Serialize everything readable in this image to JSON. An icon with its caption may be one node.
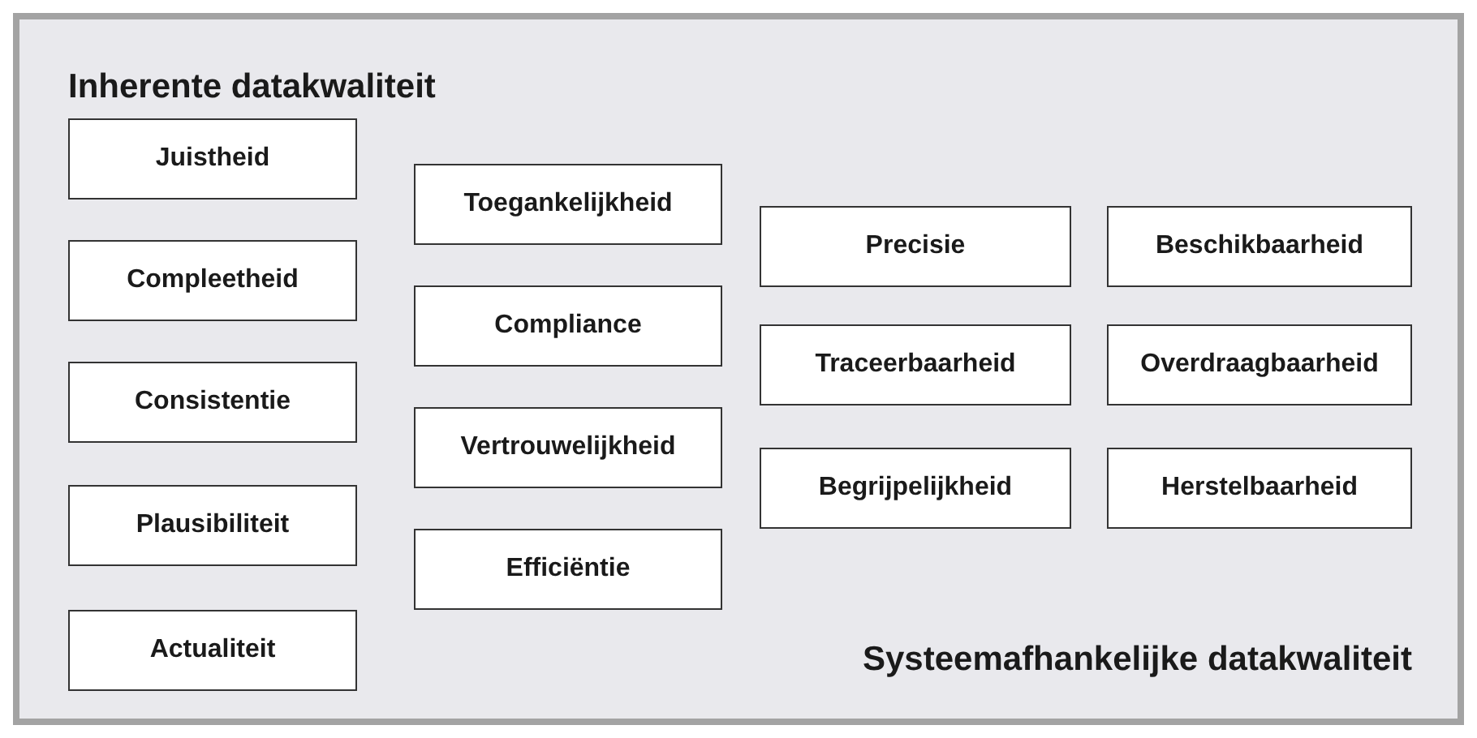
{
  "diagram": {
    "nodes": [
      {
        "text": [
          "Inherente datakwaliteit",
          "Systeemafhankelijke datakwaliteit"
        ]
      },
      {
        "text": [
          "Juistheid"
        ],
        "in": 0
      },
      {
        "text": [
          "Compleetheid"
        ],
        "in": 0
      },
      {
        "text": [
          "Consistentie"
        ],
        "in": 0
      },
      {
        "text": [
          "Plausibiliteit"
        ],
        "in": 0
      },
      {
        "text": [
          "Actualiteit"
        ],
        "in": 0
      },
      {
        "text": [
          "Toegankelijkheid"
        ],
        "in": 0
      },
      {
        "text": [
          "Compliance"
        ],
        "in": 0
      },
      {
        "text": [
          "Vertrouwelijkheid"
        ],
        "in": 0
      },
      {
        "text": [
          "Efficiëntie"
        ],
        "in": 0
      },
      {
        "text": [
          "Precisie"
        ],
        "in": 0
      },
      {
        "text": [
          "Traceerbaarheid"
        ],
        "in": 0
      },
      {
        "text": [
          "Begrijpelijkheid"
        ],
        "in": 0
      },
      {
        "text": [
          "Beschikbaarheid"
        ],
        "in": 0
      },
      {
        "text": [
          "Overdraagbaarheid"
        ],
        "in": 0
      },
      {
        "text": [
          "Herstelbaarheid"
        ],
        "in": 0
      }
    ]
  }
}
